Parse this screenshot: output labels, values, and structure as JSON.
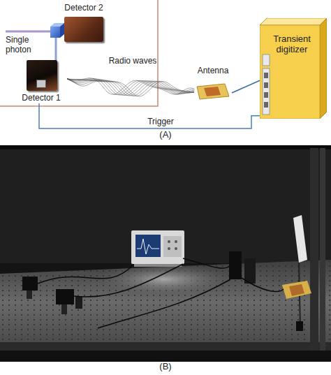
{
  "diagram": {
    "nodes": [
      {
        "text": [
          "Detector 2"
        ]
      },
      {
        "text": [
          "Detector 1"
        ]
      },
      {
        "text": [
          "Antenna"
        ]
      },
      {
        "text": [
          "Transient digitizer"
        ]
      }
    ],
    "edges": [
      {
        "from": 1,
        "to": 2,
        "label": "Radio waves",
        "arrow": "none"
      },
      {
        "from": 2,
        "to": 3,
        "arrow": "none"
      },
      {
        "from": 1,
        "to": 3,
        "label": "Trigger",
        "arrow": "none"
      }
    ],
    "labels": [
      "Single photon",
      "(A)",
      "(B)"
    ]
  }
}
